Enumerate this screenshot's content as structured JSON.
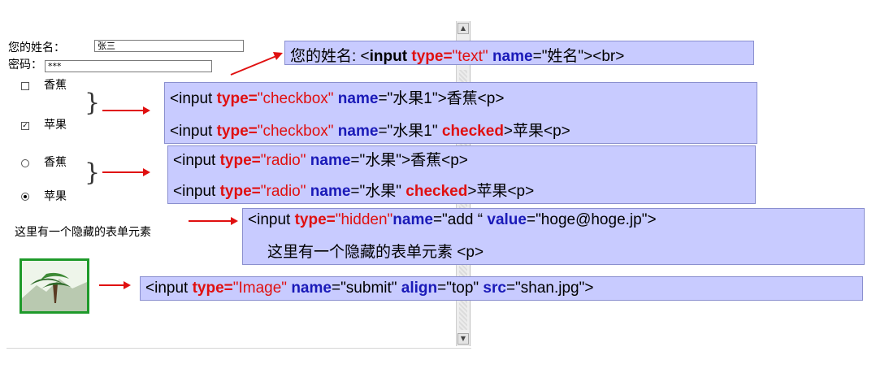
{
  "form": {
    "name_label": "您的姓名：",
    "name_value": "张三",
    "password_label": "密码：",
    "password_value": "***",
    "checkbox_banana_label": "香蕉",
    "checkbox_banana_mark": "□",
    "checkbox_apple_label": "苹果",
    "checkbox_apple_mark": "☑",
    "radio_banana_label": "香蕉",
    "radio_apple_label": "苹果",
    "hidden_text": "这里有一个隐藏的表单元素"
  },
  "code": {
    "text": {
      "prefix": "您的姓名: <",
      "tag": "input",
      "type_kw": "type=",
      "type_val": "\"text\"",
      "name_kw": "name",
      "rest": "=\"姓名\"><br>"
    },
    "checkbox1": {
      "prefix": "<input ",
      "type_kw": "type=",
      "type_val": "\"checkbox\"",
      "name_kw": "name",
      "rest": "=\"水果1\">香蕉<p>"
    },
    "checkbox2": {
      "prefix": "<input ",
      "type_kw": "type=",
      "type_val": "\"checkbox\"",
      "name_kw": "name",
      "mid": "=\"水果1\" ",
      "checked_kw": "checked",
      "rest": ">苹果<p>"
    },
    "radio1": {
      "prefix": "<input ",
      "type_kw": "type=",
      "type_val": "\"radio\"",
      "name_kw": "name",
      "rest": "=\"水果\">香蕉<p>"
    },
    "radio2": {
      "prefix": "<input ",
      "type_kw": "type=",
      "type_val": "\"radio\"",
      "name_kw": "name",
      "mid": "=\"水果\" ",
      "checked_kw": "checked",
      "rest": ">苹果<p>"
    },
    "hidden": {
      "prefix": "<input ",
      "type_kw": "type=",
      "type_val": "\"hidden\"",
      "name_kw": "name",
      "mid": "=\"add “ ",
      "value_kw": "value",
      "rest": "=\"hoge@hoge.jp\">",
      "line2": "这里有一个隐藏的表单元素 <p>"
    },
    "image": {
      "prefix": "<input ",
      "type_kw": "type=",
      "type_val": "\"Image\"",
      "name_kw": "name",
      "mid": "=\"submit\" ",
      "align_kw": "align",
      "mid2": "=\"top\" ",
      "src_kw": "src",
      "rest": "=\"shan.jpg\">"
    }
  },
  "colors": {
    "box_bg": "#c8cbff",
    "arrow": "#e01010",
    "keyword_blue": "#1a1ab8",
    "image_border": "#1e9a2a"
  },
  "icons": {
    "scroll_up": "▲",
    "scroll_down": "▼"
  }
}
